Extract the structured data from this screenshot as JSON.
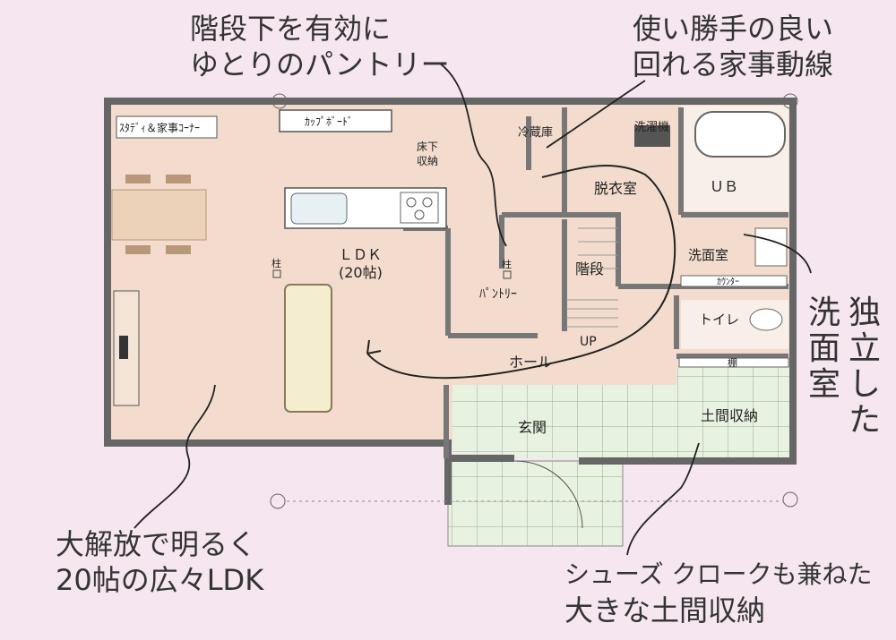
{
  "annotations": {
    "stairs_pantry": [
      "階段下を有効に",
      "ゆとりのパントリー"
    ],
    "laundry_line": [
      "使い勝手の良い",
      "回れる家事動線"
    ],
    "ldk": [
      "大解放で明るく",
      "20帖の広々LDK"
    ],
    "shoe_storage": [
      "シューズ クロークも兼ねた",
      "大きな土間収納"
    ],
    "washroom_col1": "洗面室",
    "washroom_col2": "独立した"
  },
  "rooms": {
    "study": "ｽﾀﾃﾞｨ＆家事ｺｰﾅｰ",
    "cupboard": "ｶｯﾌﾟﾎﾞｰﾄﾞ",
    "underfloor": [
      "床下",
      "収納"
    ],
    "fridge": "冷蔵庫",
    "washer": "洗濯機",
    "undress": "脱衣室",
    "bath": "ＵＢ",
    "ldk": [
      "ＬＤＫ",
      "(20帖)"
    ],
    "pillar1": "柱",
    "pillar2": "柱",
    "pantry": "ﾊﾟﾝﾄﾘｰ",
    "stairs": "階段",
    "wash": "洗面室",
    "counter": "ｶｳﾝﾀｰ",
    "toilet": "トイレ",
    "up": "UP",
    "hall": "ホール",
    "shelf": "棚",
    "entrance": "玄関",
    "doma": "土間収納"
  },
  "colors": {
    "background": "#f5e6f0",
    "floor": "#f3dccd",
    "wall": "#666666",
    "tile": "#e8f2e0",
    "pathline": "#333333"
  }
}
